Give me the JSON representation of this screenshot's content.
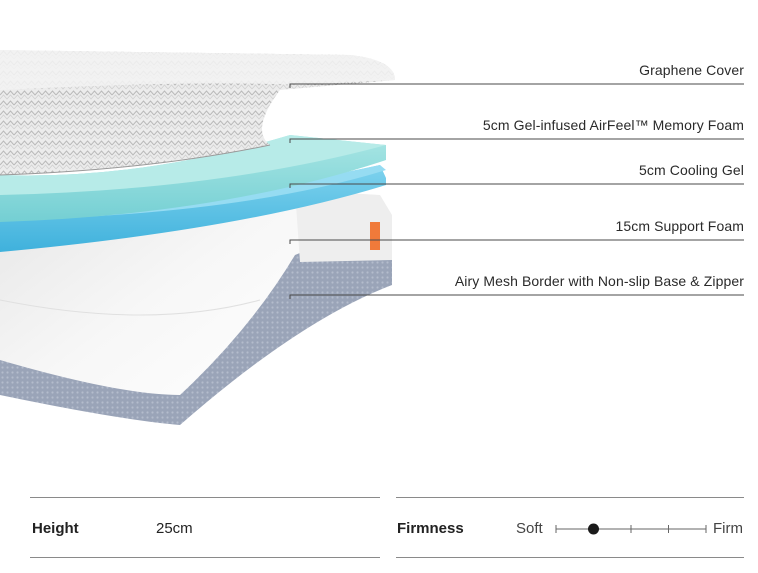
{
  "layers": [
    {
      "id": "graphene-cover",
      "label": "Graphene Cover"
    },
    {
      "id": "memory-foam",
      "label": "5cm Gel-infused AirFeel™ Memory Foam"
    },
    {
      "id": "cooling-gel",
      "label": "5cm Cooling Gel"
    },
    {
      "id": "support-foam",
      "label": "15cm Support Foam"
    },
    {
      "id": "mesh-border",
      "label": "Airy Mesh Border with Non-slip Base & Zipper"
    }
  ],
  "specs": {
    "height_label": "Height",
    "height_value": "25cm",
    "firmness_label": "Firmness",
    "firmness_min": "Soft",
    "firmness_max": "Firm",
    "firmness_level": 0.25
  },
  "colors": {
    "cover": "#e9e9e9",
    "memory_foam": "#8fdcdc",
    "cooling_gel": "#5cc3e8",
    "support_foam": "#f4f4f4",
    "mesh_border": "#9aa4b8",
    "tag_accent": "#f07a3a"
  }
}
